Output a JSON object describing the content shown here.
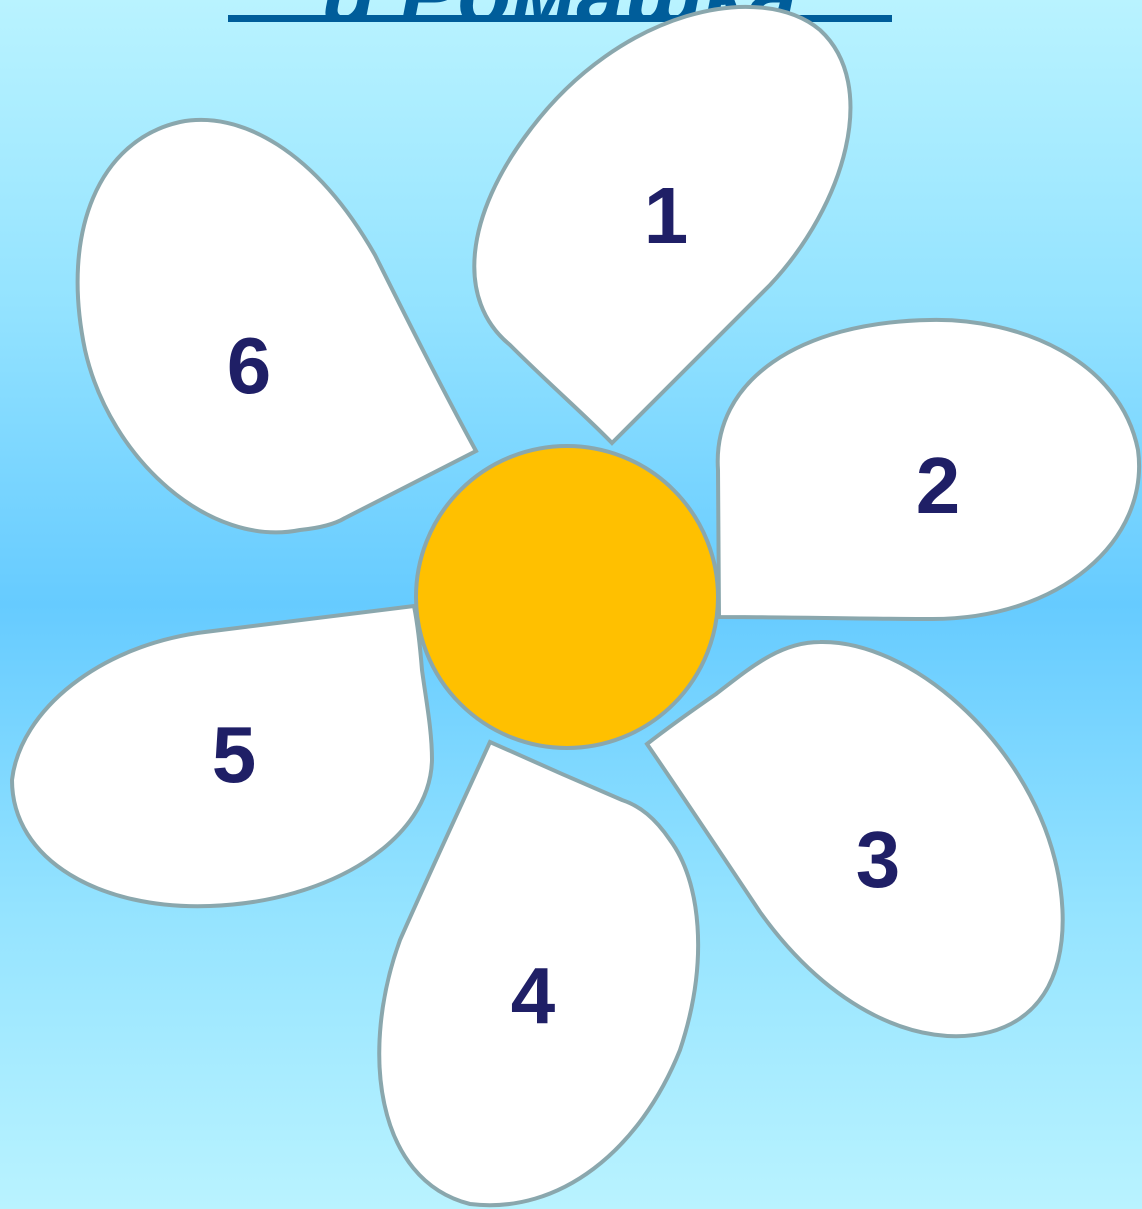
{
  "title": "и Ромашка",
  "petals": [
    {
      "label": "1"
    },
    {
      "label": "2"
    },
    {
      "label": "3"
    },
    {
      "label": "4"
    },
    {
      "label": "5"
    },
    {
      "label": "6"
    }
  ],
  "colors": {
    "background_light": "#b9f3ff",
    "background_mid": "#66cbff",
    "title": "#005d9a",
    "petal_fill": "#ffffff",
    "petal_stroke": "#8aa7ad",
    "number": "#1f1f66",
    "center": "#ffc000"
  }
}
